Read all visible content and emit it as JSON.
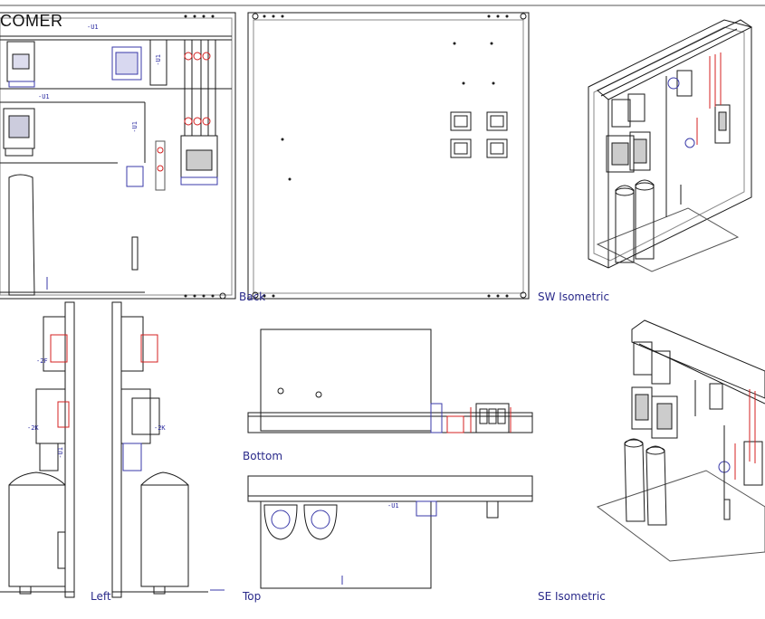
{
  "title": "COMER",
  "views": {
    "back": "Back",
    "sw_isometric": "SW Isometric",
    "bottom": "Bottom",
    "left": "Left",
    "top": "Top",
    "se_isometric": "SE Isometric"
  },
  "tags": {
    "front_u1_top": "-U1",
    "front_u1_mid": "-U1",
    "front_u1_vert_a": "-U1",
    "front_u1_vert_b": "-U1",
    "left_2f": "-2F",
    "left_2k": "-2K",
    "left_u1": "-U1",
    "left_2k_right": "-2K",
    "top_u1": "-U1"
  },
  "colors": {
    "line": "#1a1a1a",
    "accent_red": "#d42020",
    "accent_blue": "#3a3aa8"
  }
}
